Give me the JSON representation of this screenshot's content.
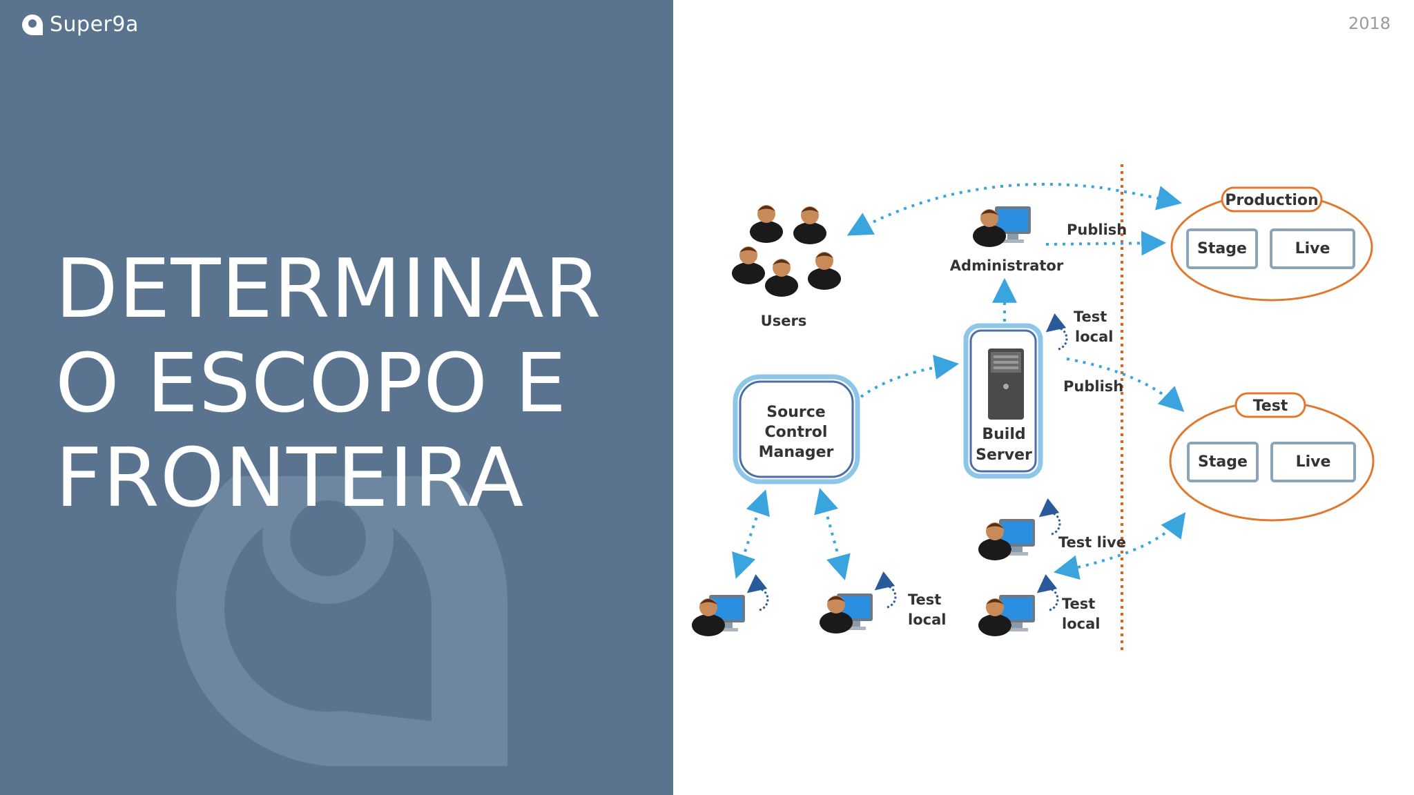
{
  "brand": {
    "name": "Super9a"
  },
  "year": "2018",
  "title": {
    "lines": [
      "DETERMINAR",
      "O ESCOPO E",
      "FRONTEIRA"
    ]
  },
  "diagram": {
    "users_label": "Users",
    "administrator_label": "Administrator",
    "publish_label_top": "Publish",
    "publish_label_mid": "Publish",
    "build_server": {
      "line1": "Build",
      "line2": "Server"
    },
    "build_test_local": {
      "line1": "Test",
      "line2": "local"
    },
    "source_control": {
      "line1": "Source",
      "line2": "Control",
      "line3": "Manager"
    },
    "production": {
      "title": "Production",
      "stage": "Stage",
      "live": "Live"
    },
    "test_env": {
      "title": "Test",
      "stage": "Stage",
      "live": "Live"
    },
    "test_live_label": "Test live",
    "dev_test_local": {
      "line1": "Test",
      "line2": "local"
    },
    "tester_test_local": {
      "line1": "Test",
      "line2": "local"
    },
    "colors": {
      "panel": "#5a7490",
      "arrow": "#3aa4de",
      "divider": "#e0621a",
      "ellipse": "#e0782f",
      "box_border": "#5f8fbf"
    }
  }
}
